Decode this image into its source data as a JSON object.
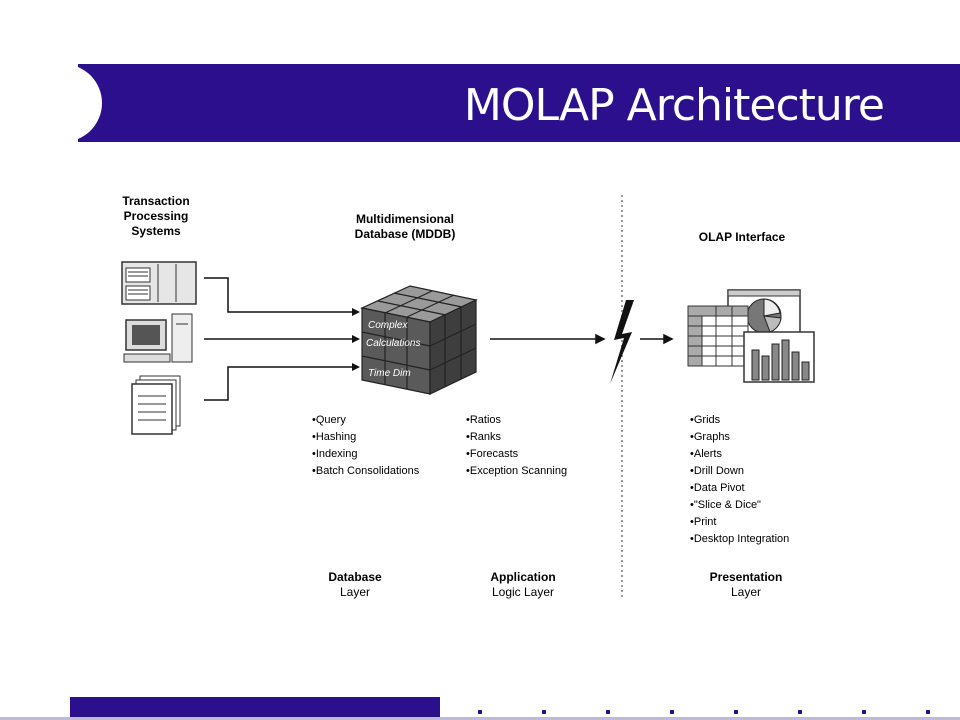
{
  "title": "MOLAP Architecture",
  "labels": {
    "tps": [
      "Transaction",
      "Processing",
      "Systems"
    ],
    "mddb": [
      "Multidimensional",
      "Database (MDDB)"
    ],
    "olap": "OLAP Interface"
  },
  "cube_labels": [
    "Complex",
    "Calculations",
    "Time Dim"
  ],
  "lists": {
    "database": [
      "Query",
      "Hashing",
      "Indexing",
      "Batch Consolidations"
    ],
    "application": [
      "Ratios",
      "Ranks",
      "Forecasts",
      "Exception Scanning"
    ],
    "presentation": [
      "Grids",
      "Graphs",
      "Alerts",
      "Drill Down",
      "Data Pivot",
      "\"Slice & Dice\"",
      "Print",
      "Desktop Integration"
    ]
  },
  "layers": {
    "database": [
      "Database",
      "Layer"
    ],
    "application": [
      "Application",
      "Logic Layer"
    ],
    "presentation": [
      "Presentation",
      "Layer"
    ]
  },
  "colors": {
    "brand": "#2c0f8c"
  },
  "icons": [
    "server-rack-icon",
    "desktop-computer-icon",
    "documents-icon",
    "mddb-cube-icon",
    "lightning-icon",
    "olap-display-icon"
  ]
}
